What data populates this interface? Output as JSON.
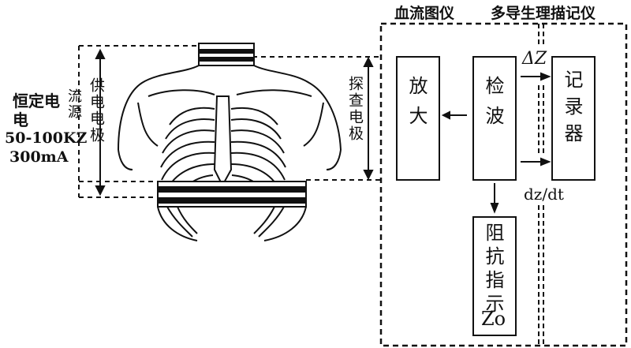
{
  "labels": {
    "flow_meter": "血流图仪",
    "polygraph": "多导生理描记仪",
    "constant_current_line1": "恒定电",
    "constant_current_line2": "电",
    "current_source_vertical": "流源",
    "frequency": "50-100KZ",
    "current": "300mA",
    "supply_electrode": "供电电极",
    "probe_electrode": "探查电极",
    "amplify": "放大",
    "detect": "检波",
    "recorder": "记录器",
    "impedance_indicator": "阻抗指示",
    "z0": "Zo",
    "delta_z": "ΔZ",
    "dz_dt": "dz/dt"
  }
}
